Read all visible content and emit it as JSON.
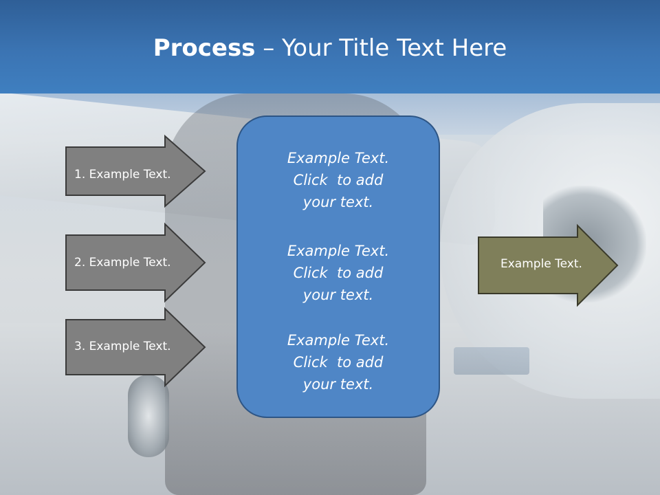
{
  "slide": {
    "title_bold": "Process",
    "title_rest": " – Your Title Text Here"
  },
  "left_arrows": [
    {
      "label": "1. Example Text."
    },
    {
      "label": "2. Example Text."
    },
    {
      "label": "3. Example Text."
    }
  ],
  "center_box": {
    "blocks": [
      {
        "lines": [
          "Example Text.",
          "Click  to add",
          "your text."
        ]
      },
      {
        "lines": [
          "Example Text.",
          "Click  to add",
          "your text."
        ]
      },
      {
        "lines": [
          "Example Text.",
          "Click  to add",
          "your text."
        ]
      }
    ]
  },
  "right_arrow": {
    "label": "Example Text."
  },
  "colors": {
    "title_bar": "#3b74b3",
    "left_arrow_fill": "#808080",
    "center_box_fill": "#4f86c6",
    "right_arrow_fill": "#7f7f5a"
  }
}
